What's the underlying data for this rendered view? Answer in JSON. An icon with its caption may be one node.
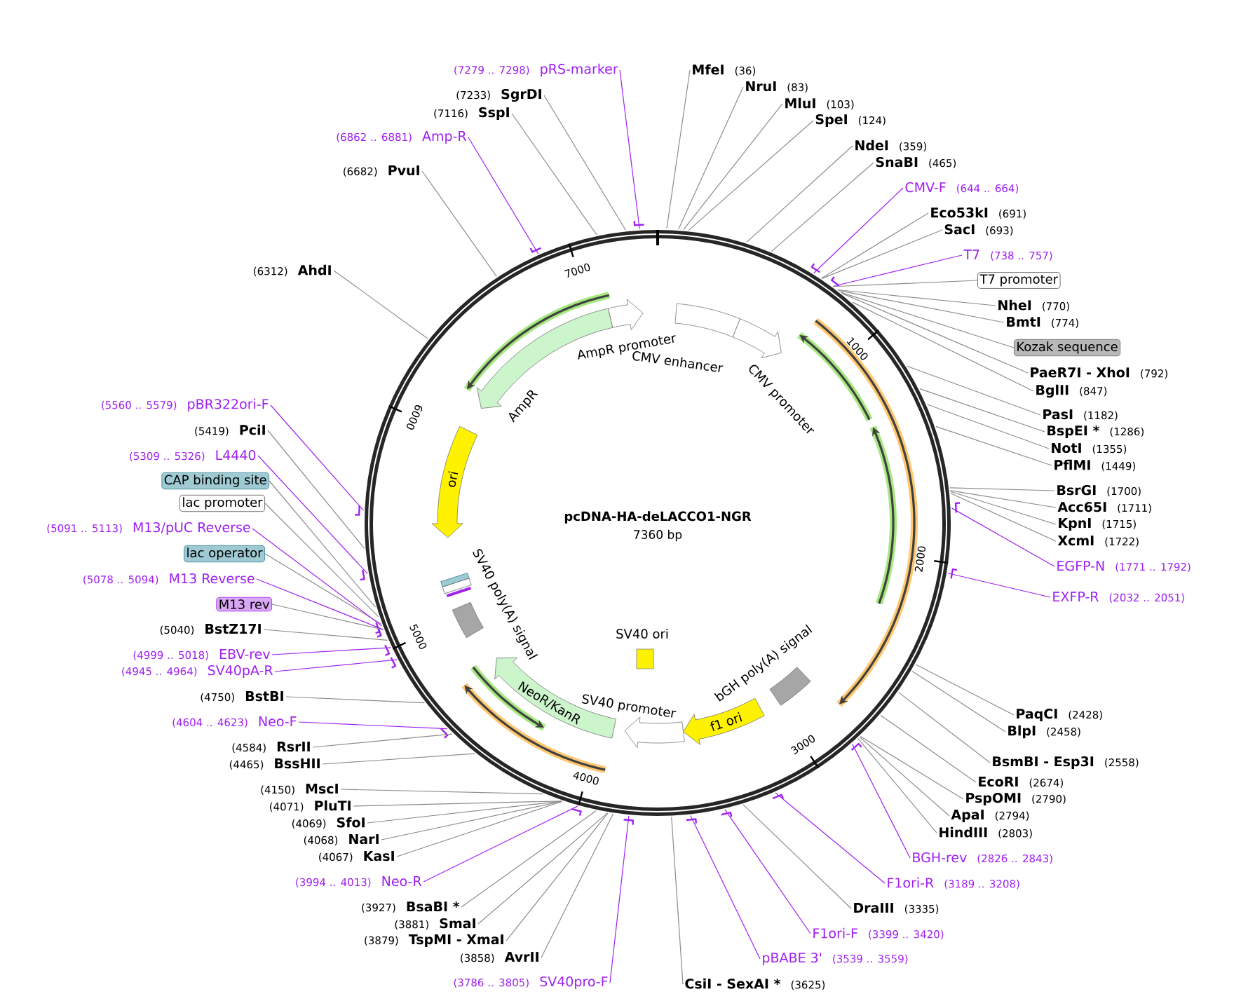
{
  "diagram": {
    "title": "pcDNA-HA-deLACCO1-NGR",
    "nodes": [
      {
        "text": [
          "MfeI",
          "(36)"
        ]
      },
      {
        "text": [
          "NruI",
          "(83)"
        ]
      },
      {
        "text": [
          "MluI",
          "(103)"
        ]
      },
      {
        "text": [
          "SpeI",
          "(124)"
        ]
      },
      {
        "text": [
          "NdeI",
          "(359)"
        ]
      },
      {
        "text": [
          "SnaBI",
          "(465)"
        ]
      },
      {
        "text": [
          "CMV-F",
          "(644 .. 664)"
        ]
      },
      {
        "text": [
          "Eco53kI",
          "(691)"
        ]
      },
      {
        "text": [
          "SacI",
          "(693)"
        ]
      },
      {
        "text": [
          "T7",
          "(738 .. 757)"
        ]
      },
      {
        "text": [
          "T7 promoter"
        ]
      },
      {
        "text": [
          "NheI",
          "(770)"
        ]
      },
      {
        "text": [
          "BmtI",
          "(774)"
        ]
      },
      {
        "text": [
          "Kozak sequence"
        ]
      },
      {
        "text": [
          "PaeR7I - XhoI",
          "(792)"
        ]
      },
      {
        "text": [
          "BglII",
          "(847)"
        ]
      },
      {
        "text": [
          "PasI",
          "(1182)"
        ]
      },
      {
        "text": [
          "BspEI *",
          "(1286)"
        ]
      },
      {
        "text": [
          "NotI",
          "(1355)"
        ]
      },
      {
        "text": [
          "PflMI",
          "(1449)"
        ]
      },
      {
        "text": [
          "BsrGI",
          "(1700)"
        ]
      },
      {
        "text": [
          "Acc65I",
          "(1711)"
        ]
      },
      {
        "text": [
          "KpnI",
          "(1715)"
        ]
      },
      {
        "text": [
          "XcmI",
          "(1722)"
        ]
      },
      {
        "text": [
          "EGFP-N",
          "(1771 .. 1792)"
        ]
      },
      {
        "text": [
          "EXFP-R",
          "(2032 .. 2051)"
        ]
      },
      {
        "text": [
          "PaqCI",
          "(2428)"
        ]
      },
      {
        "text": [
          "BlpI",
          "(2458)"
        ]
      },
      {
        "text": [
          "BsmBI - Esp3I",
          "(2558)"
        ]
      },
      {
        "text": [
          "EcoRI",
          "(2674)"
        ]
      },
      {
        "text": [
          "PspOMI",
          "(2790)"
        ]
      },
      {
        "text": [
          "ApaI",
          "(2794)"
        ]
      },
      {
        "text": [
          "HindIII",
          "(2803)"
        ]
      },
      {
        "text": [
          "BGH-rev",
          "(2826 .. 2843)"
        ]
      },
      {
        "text": [
          "F1ori-R",
          "(3189 .. 3208)"
        ]
      },
      {
        "text": [
          "DraIII",
          "(3335)"
        ]
      },
      {
        "text": [
          "F1ori-F",
          "(3399 .. 3420)"
        ]
      },
      {
        "text": [
          "pBABE 3'",
          "(3539 .. 3559)"
        ]
      },
      {
        "text": [
          "CsiI - SexAI *",
          "(3625)"
        ]
      },
      {
        "text": [
          "(3786 .. 3805)",
          "SV40pro-F"
        ]
      },
      {
        "text": [
          "(3858)",
          "AvrII"
        ]
      },
      {
        "text": [
          "(3879)",
          "TspMI - XmaI"
        ]
      },
      {
        "text": [
          "(3881)",
          "SmaI"
        ]
      },
      {
        "text": [
          "(3927)",
          "BsaBI *"
        ]
      },
      {
        "text": [
          "(3994 .. 4013)",
          "Neo-R"
        ]
      },
      {
        "text": [
          "(4067)",
          "KasI"
        ]
      },
      {
        "text": [
          "(4068)",
          "NarI"
        ]
      },
      {
        "text": [
          "(4069)",
          "SfoI"
        ]
      },
      {
        "text": [
          "(4071)",
          "PluTI"
        ]
      },
      {
        "text": [
          "(4150)",
          "MscI"
        ]
      },
      {
        "text": [
          "(4465)",
          "BssHII"
        ]
      },
      {
        "text": [
          "(4584)",
          "RsrII"
        ]
      },
      {
        "text": [
          "(4604 .. 4623)",
          "Neo-F"
        ]
      },
      {
        "text": [
          "(4750)",
          "BstBI"
        ]
      },
      {
        "text": [
          "(4945 .. 4964)",
          "SV40pA-R"
        ]
      },
      {
        "text": [
          "(4999 .. 5018)",
          "EBV-rev"
        ]
      },
      {
        "text": [
          "(5040)",
          "BstZ17I"
        ]
      },
      {
        "text": [
          "M13 rev"
        ]
      },
      {
        "text": [
          "(5078 .. 5094)",
          "M13 Reverse"
        ]
      },
      {
        "text": [
          "lac operator"
        ]
      },
      {
        "text": [
          "(5091 .. 5113)",
          "M13/pUC Reverse"
        ]
      },
      {
        "text": [
          "lac promoter"
        ]
      },
      {
        "text": [
          "CAP binding site"
        ]
      },
      {
        "text": [
          "(5309 .. 5326)",
          "L4440"
        ]
      },
      {
        "text": [
          "(5419)",
          "PciI"
        ]
      },
      {
        "text": [
          "(5560 .. 5579)",
          "pBR322ori-F"
        ]
      },
      {
        "text": [
          "(6312)",
          "AhdI"
        ]
      },
      {
        "text": [
          "(6682)",
          "PvuI"
        ]
      },
      {
        "text": [
          "(6862 .. 6881)",
          "Amp-R"
        ]
      },
      {
        "text": [
          "(7116)",
          "SspI"
        ]
      },
      {
        "text": [
          "(7233)",
          "SgrDI"
        ]
      },
      {
        "text": [
          "(7279 .. 7298)",
          "pRS-marker"
        ]
      },
      {
        "text": [
          "CMV enhancer"
        ]
      },
      {
        "text": [
          "CMV promoter"
        ]
      },
      {
        "text": [
          "AmpR promoter"
        ]
      },
      {
        "text": [
          "AmpR"
        ]
      },
      {
        "text": [
          "ori"
        ]
      },
      {
        "text": [
          "SV40 poly(A) signal"
        ]
      },
      {
        "text": [
          "NeoR/KanR"
        ]
      },
      {
        "text": [
          "SV40 promoter"
        ]
      },
      {
        "text": [
          "f1 ori"
        ]
      },
      {
        "text": [
          "bGH poly(A) signal"
        ]
      },
      {
        "text": [
          "SV40 ori"
        ]
      }
    ],
    "edges": [
      {
        "from": 0,
        "to": null,
        "arrow": "none"
      },
      {
        "from": 1,
        "to": null,
        "arrow": "none"
      },
      {
        "from": 2,
        "to": null,
        "arrow": "none"
      },
      {
        "from": 3,
        "to": null,
        "arrow": "none"
      },
      {
        "from": 4,
        "to": null,
        "arrow": "none"
      },
      {
        "from": 5,
        "to": null,
        "arrow": "none"
      },
      {
        "from": 6,
        "to": null,
        "arrow": "none",
        "color": "#a020f0"
      },
      {
        "from": 7,
        "to": null,
        "arrow": "none"
      },
      {
        "from": 8,
        "to": null,
        "arrow": "none"
      },
      {
        "from": 9,
        "to": null,
        "arrow": "none",
        "color": "#a020f0"
      },
      {
        "from": 10,
        "to": null,
        "arrow": "none"
      },
      {
        "from": 11,
        "to": null,
        "arrow": "none"
      },
      {
        "from": 12,
        "to": null,
        "arrow": "none"
      },
      {
        "from": 13,
        "to": null,
        "arrow": "none"
      },
      {
        "from": 14,
        "to": null,
        "arrow": "none"
      },
      {
        "from": 15,
        "to": null,
        "arrow": "none"
      },
      {
        "from": 16,
        "to": null,
        "arrow": "none"
      },
      {
        "from": 17,
        "to": null,
        "arrow": "none"
      },
      {
        "from": 18,
        "to": null,
        "arrow": "none"
      },
      {
        "from": 19,
        "to": null,
        "arrow": "none"
      },
      {
        "from": 20,
        "to": null,
        "arrow": "none"
      },
      {
        "from": 21,
        "to": null,
        "arrow": "none"
      },
      {
        "from": 22,
        "to": null,
        "arrow": "none"
      },
      {
        "from": 23,
        "to": null,
        "arrow": "none"
      },
      {
        "from": 24,
        "to": null,
        "arrow": "none",
        "color": "#a020f0"
      },
      {
        "from": 25,
        "to": null,
        "arrow": "none",
        "color": "#a020f0"
      },
      {
        "from": 26,
        "to": null,
        "arrow": "none"
      },
      {
        "from": 27,
        "to": null,
        "arrow": "none"
      },
      {
        "from": 28,
        "to": null,
        "arrow": "none"
      },
      {
        "from": 29,
        "to": null,
        "arrow": "none"
      },
      {
        "from": 30,
        "to": null,
        "arrow": "none"
      },
      {
        "from": 31,
        "to": null,
        "arrow": "none"
      },
      {
        "from": 32,
        "to": null,
        "arrow": "none"
      },
      {
        "from": 33,
        "to": null,
        "arrow": "none",
        "color": "#a020f0"
      },
      {
        "from": 34,
        "to": null,
        "arrow": "none",
        "color": "#a020f0"
      },
      {
        "from": 35,
        "to": null,
        "arrow": "none"
      },
      {
        "from": 36,
        "to": null,
        "arrow": "none",
        "color": "#a020f0"
      },
      {
        "from": 37,
        "to": null,
        "arrow": "none",
        "color": "#a020f0"
      },
      {
        "from": 38,
        "to": null,
        "arrow": "none"
      },
      {
        "from": 39,
        "to": null,
        "arrow": "none",
        "color": "#a020f0"
      },
      {
        "from": 40,
        "to": null,
        "arrow": "none"
      },
      {
        "from": 41,
        "to": null,
        "arrow": "none"
      },
      {
        "from": 42,
        "to": null,
        "arrow": "none"
      },
      {
        "from": 43,
        "to": null,
        "arrow": "none"
      },
      {
        "from": 44,
        "to": null,
        "arrow": "none",
        "color": "#a020f0"
      },
      {
        "from": 45,
        "to": null,
        "arrow": "none"
      },
      {
        "from": 46,
        "to": null,
        "arrow": "none"
      },
      {
        "from": 47,
        "to": null,
        "arrow": "none"
      },
      {
        "from": 48,
        "to": null,
        "arrow": "none"
      },
      {
        "from": 49,
        "to": null,
        "arrow": "none"
      },
      {
        "from": 50,
        "to": null,
        "arrow": "none"
      },
      {
        "from": 51,
        "to": null,
        "arrow": "none"
      },
      {
        "from": 52,
        "to": null,
        "arrow": "none",
        "color": "#a020f0"
      },
      {
        "from": 53,
        "to": null,
        "arrow": "none"
      },
      {
        "from": 54,
        "to": null,
        "arrow": "none",
        "color": "#a020f0"
      },
      {
        "from": 55,
        "to": null,
        "arrow": "none",
        "color": "#a020f0"
      },
      {
        "from": 56,
        "to": null,
        "arrow": "none"
      },
      {
        "from": 57,
        "to": null,
        "arrow": "none"
      },
      {
        "from": 58,
        "to": null,
        "arrow": "none",
        "color": "#a020f0"
      },
      {
        "from": 59,
        "to": null,
        "arrow": "none"
      },
      {
        "from": 60,
        "to": null,
        "arrow": "none",
        "color": "#a020f0"
      },
      {
        "from": 61,
        "to": null,
        "arrow": "none"
      },
      {
        "from": 62,
        "to": null,
        "arrow": "none"
      },
      {
        "from": 63,
        "to": null,
        "arrow": "none",
        "color": "#a020f0"
      },
      {
        "from": 64,
        "to": null,
        "arrow": "none"
      },
      {
        "from": 65,
        "to": null,
        "arrow": "none",
        "color": "#a020f0"
      },
      {
        "from": 66,
        "to": null,
        "arrow": "none"
      },
      {
        "from": 67,
        "to": null,
        "arrow": "none"
      },
      {
        "from": 68,
        "to": null,
        "arrow": "none",
        "color": "#a020f0"
      },
      {
        "from": 69,
        "to": null,
        "arrow": "none"
      },
      {
        "from": 70,
        "to": null,
        "arrow": "none"
      },
      {
        "from": 71,
        "to": null,
        "arrow": "none",
        "color": "#a020f0"
      }
    ],
    "labels": [
      "7360 bp",
      "1000",
      "2000",
      "3000",
      "4000",
      "5000",
      "6000",
      "7000"
    ]
  }
}
